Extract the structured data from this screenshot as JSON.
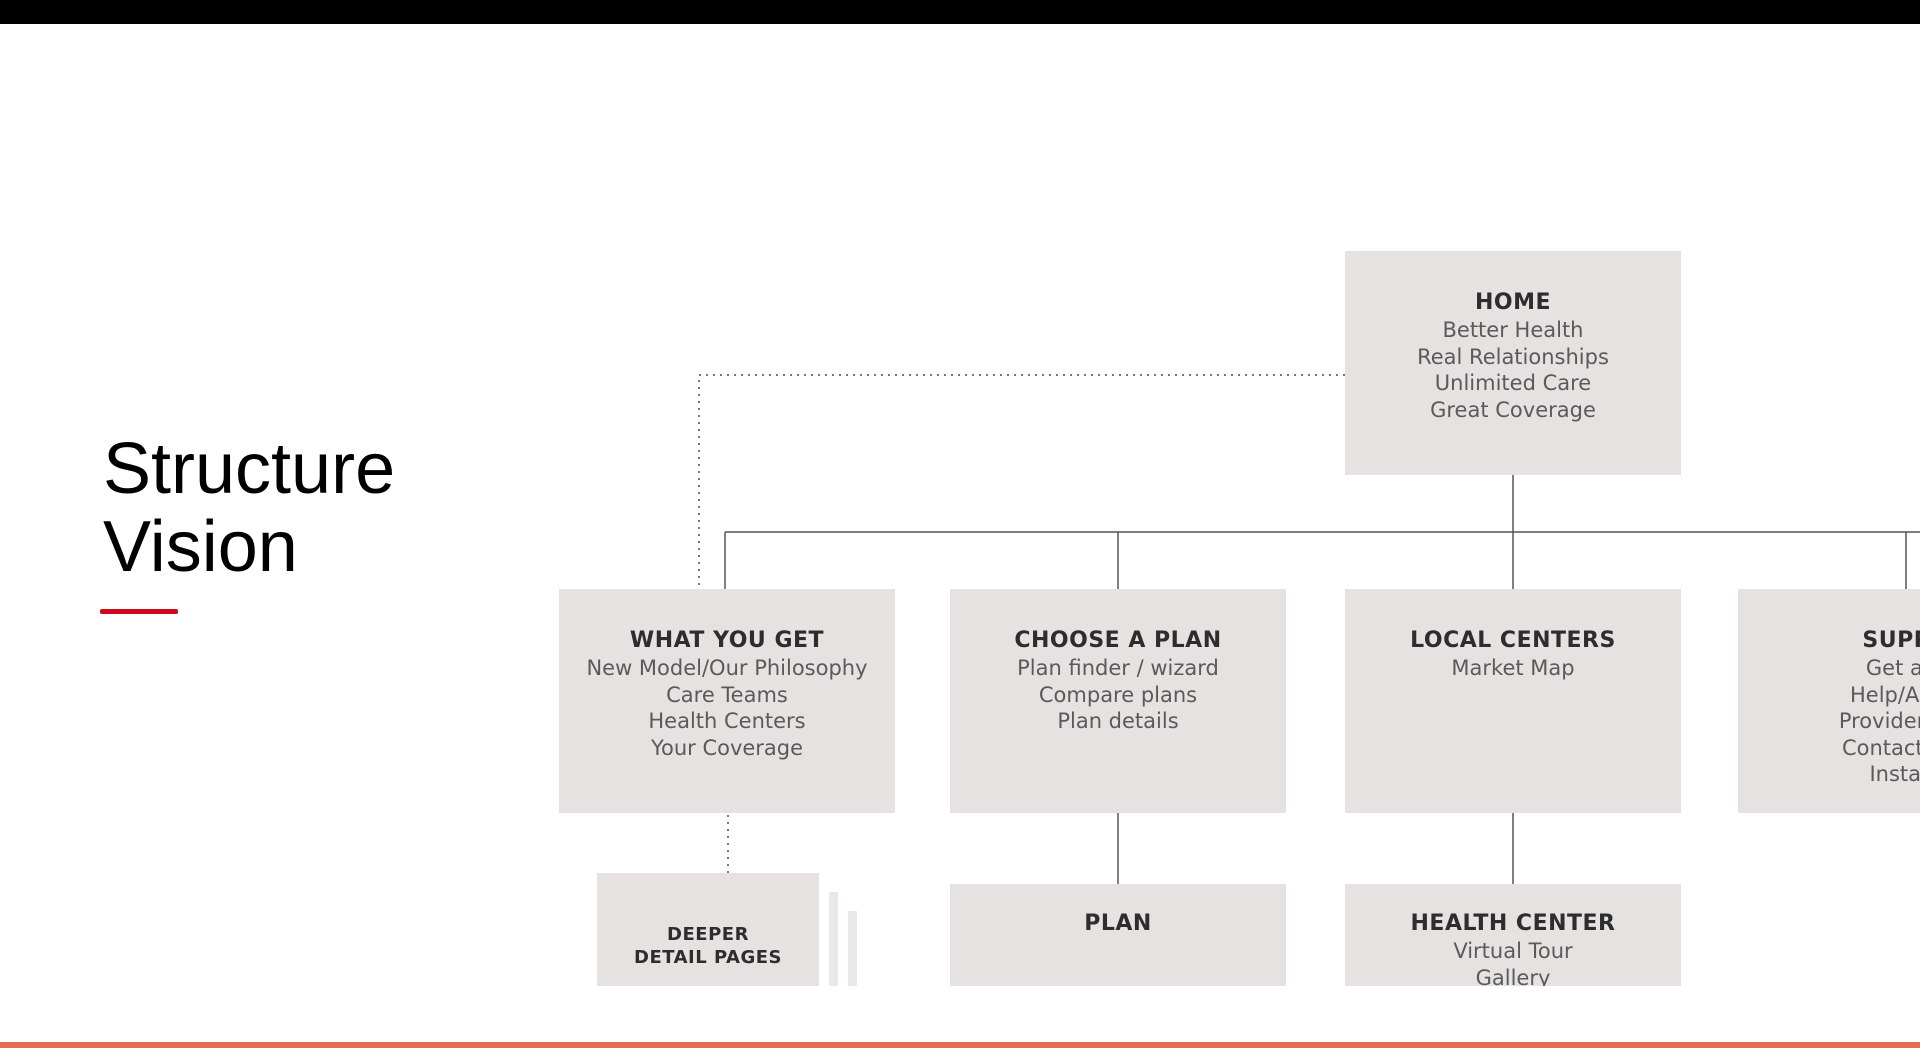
{
  "slide": {
    "title_line1": "Structure",
    "title_line2": "Vision",
    "accent_color": "#cc0a1a",
    "bottom_bar_color": "#e06e4f"
  },
  "diagram": {
    "home": {
      "title": "HOME",
      "items": [
        "Better Health",
        "Real Relationships",
        "Unlimited Care",
        "Great Coverage"
      ]
    },
    "what_you_get": {
      "title": "WHAT YOU GET",
      "items": [
        "New Model/Our Philosophy",
        "Care Teams",
        "Health Centers",
        "Your Coverage"
      ]
    },
    "choose_a_plan": {
      "title": "CHOOSE A PLAN",
      "items": [
        "Plan finder / wizard",
        "Compare plans",
        "Plan details"
      ]
    },
    "local_centers": {
      "title": "LOCAL CENTERS",
      "items": [
        "Market Map"
      ]
    },
    "support": {
      "title": "SUPPO",
      "items": [
        "Get a Q",
        "Help/Ask a",
        "Provider & M",
        "Contact Info",
        "Instant"
      ]
    },
    "plan": {
      "title": "PLAN"
    },
    "health_center": {
      "title": "HEALTH CENTER",
      "items": [
        "Virtual Tour",
        "Gallery"
      ]
    },
    "deeper_detail": {
      "title_line1": "DEEPER",
      "title_line2": "DETAIL PAGES"
    }
  }
}
